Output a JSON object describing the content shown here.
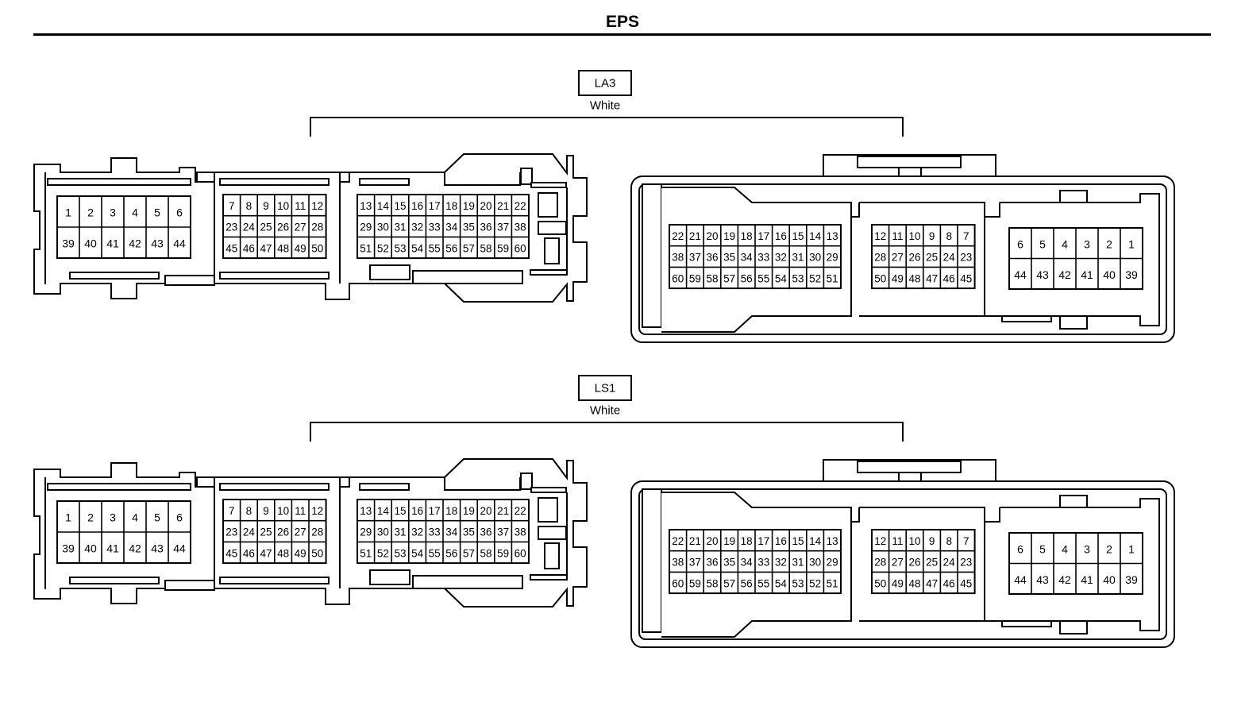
{
  "title": "EPS",
  "connectors": [
    {
      "code": "LA3",
      "color": "White"
    },
    {
      "code": "LS1",
      "color": "White"
    }
  ],
  "male": {
    "blockA": {
      "top": [
        "1",
        "2",
        "3",
        "4",
        "5",
        "6"
      ],
      "bottom": [
        "39",
        "40",
        "41",
        "42",
        "43",
        "44"
      ]
    },
    "blockB": [
      [
        "7",
        "8",
        "9",
        "10",
        "11",
        "12"
      ],
      [
        "23",
        "24",
        "25",
        "26",
        "27",
        "28"
      ],
      [
        "45",
        "46",
        "47",
        "48",
        "49",
        "50"
      ]
    ],
    "blockC": [
      [
        "13",
        "14",
        "15",
        "16",
        "17",
        "18",
        "19",
        "20",
        "21",
        "22"
      ],
      [
        "29",
        "30",
        "31",
        "32",
        "33",
        "34",
        "35",
        "36",
        "37",
        "38"
      ],
      [
        "51",
        "52",
        "53",
        "54",
        "55",
        "56",
        "57",
        "58",
        "59",
        "60"
      ]
    ]
  },
  "female": {
    "blockA": [
      [
        "22",
        "21",
        "20",
        "19",
        "18",
        "17",
        "16",
        "15",
        "14",
        "13"
      ],
      [
        "38",
        "37",
        "36",
        "35",
        "34",
        "33",
        "32",
        "31",
        "30",
        "29"
      ],
      [
        "60",
        "59",
        "58",
        "57",
        "56",
        "55",
        "54",
        "53",
        "52",
        "51"
      ]
    ],
    "blockB": [
      [
        "12",
        "11",
        "10",
        "9",
        "8",
        "7"
      ],
      [
        "28",
        "27",
        "26",
        "25",
        "24",
        "23"
      ],
      [
        "50",
        "49",
        "48",
        "47",
        "46",
        "45"
      ]
    ],
    "blockC": {
      "top": [
        "6",
        "5",
        "4",
        "3",
        "2",
        "1"
      ],
      "bottom": [
        "44",
        "43",
        "42",
        "41",
        "40",
        "39"
      ]
    }
  }
}
